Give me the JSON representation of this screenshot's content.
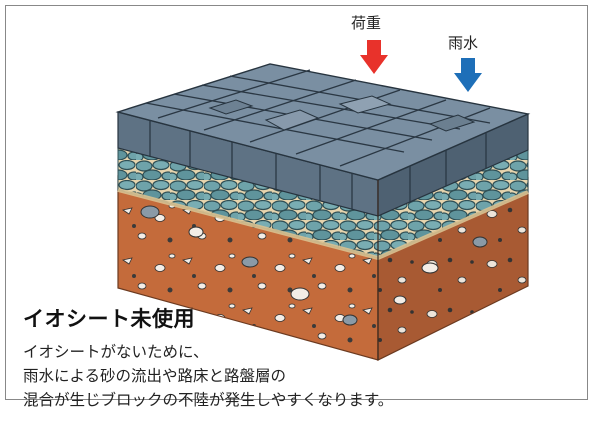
{
  "labels": {
    "load": "荷重",
    "rainwater": "雨水"
  },
  "arrows": {
    "load": {
      "icon": "down-arrow-icon",
      "color": "#e8322b"
    },
    "rainwater": {
      "icon": "down-arrow-icon",
      "color": "#1e6fb8"
    }
  },
  "title": "イオシート未使用",
  "description": [
    "イオシートがないために、",
    "雨水による砂の流出や路床と路盤層の",
    "混合が生じブロックの不陸が発生しやすくなります。"
  ],
  "colors": {
    "paving_block": "#6f8497",
    "paving_block_dark": "#4c5d6d",
    "sand_layer": "#e7d6b0",
    "base_gravel": "#6a9fa6",
    "subgrade_soil": "#c8703f",
    "stone_gray": "#8a9aa7"
  }
}
